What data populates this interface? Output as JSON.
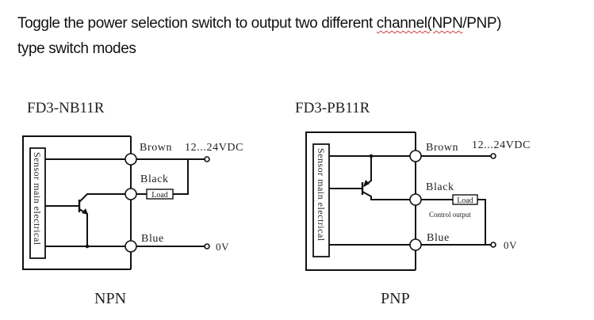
{
  "intro": {
    "line1_before": "Toggle the power selection switch to output two different ",
    "line1_flagged": "channel(NPN",
    "line1_after": "/PNP)",
    "line2": "type switch modes"
  },
  "diagrams": [
    {
      "id": "npn",
      "model": "FD3-NB11R",
      "block_label": "Sensor main electrical",
      "wires": {
        "brown": "Brown",
        "black": "Black",
        "blue": "Blue"
      },
      "supply": "12...24VDC",
      "ground": "0V",
      "load": "Load",
      "caption": "NPN"
    },
    {
      "id": "pnp",
      "model": "FD3-PB11R",
      "block_label": "Sensor main electrical",
      "wires": {
        "brown": "Brown",
        "black": "Black",
        "blue": "Blue"
      },
      "supply": "12...24VDC",
      "ground": "0V",
      "load": "Load",
      "control_output": "Control output",
      "caption": "PNP"
    }
  ]
}
